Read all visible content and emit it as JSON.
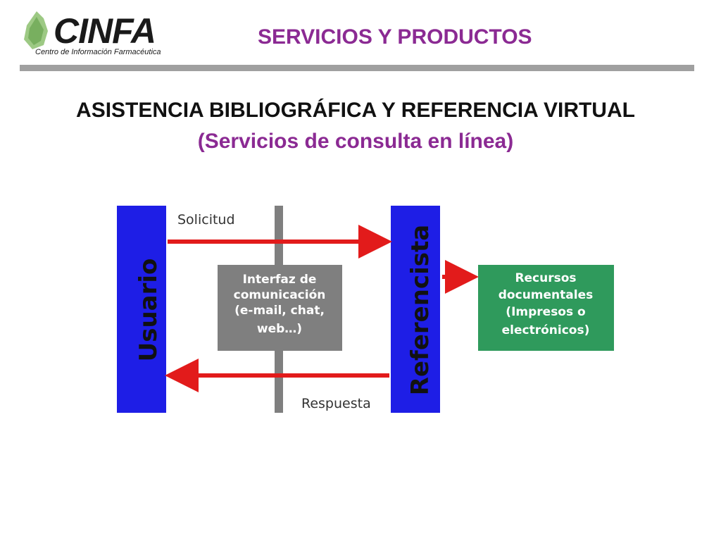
{
  "logo": {
    "name": "CINFA",
    "tagline": "Centro de Información Farmacéutica"
  },
  "header": {
    "title": "SERVICIOS Y PRODUCTOS"
  },
  "slide": {
    "title": "ASISTENCIA BIBLIOGRÁFICA Y REFERENCIA VIRTUAL",
    "subtitle": "(Servicios de consulta en línea)"
  },
  "diagram": {
    "usuario": "Usuario",
    "referencista": "Referencista",
    "solicitud": "Solicitud",
    "respuesta": "Respuesta",
    "interfaz": [
      "Interfaz de",
      "comunicación",
      "(e-mail, chat,",
      "web…)"
    ],
    "recursos": [
      "Recursos",
      "documentales",
      "(Impresos o",
      "electrónicos)"
    ],
    "colors": {
      "blue": "#1e1ee6",
      "red": "#e21b1b",
      "gray": "#7f7f7f",
      "green": "#2f9a5c",
      "purple": "#8b2a93"
    }
  }
}
